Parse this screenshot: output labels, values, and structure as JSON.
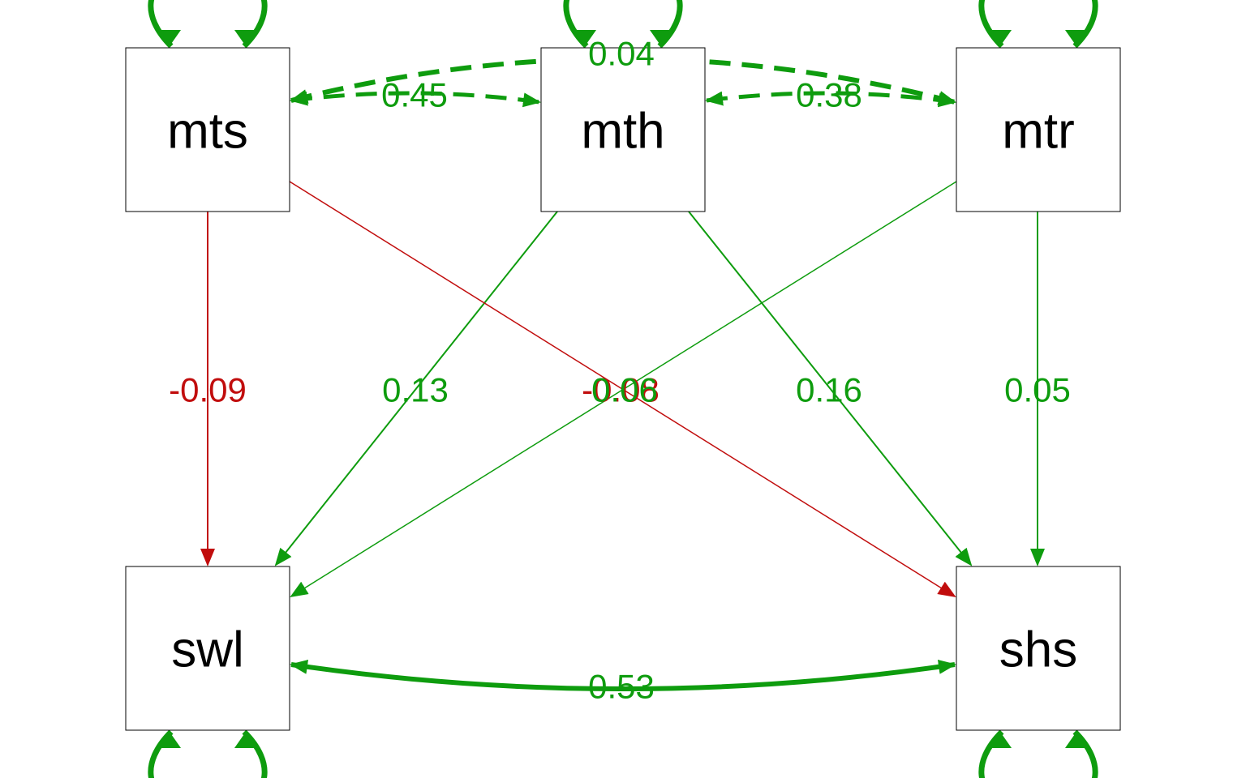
{
  "colors": {
    "positive": "#0e9c0e",
    "negative": "#c10d0d",
    "node_border": "#000000",
    "label_text": "#000000"
  },
  "nodes": [
    {
      "id": "mts",
      "label": "mts"
    },
    {
      "id": "mth",
      "label": "mth"
    },
    {
      "id": "mtr",
      "label": "mtr"
    },
    {
      "id": "swl",
      "label": "swl"
    },
    {
      "id": "shs",
      "label": "shs"
    }
  ],
  "regressions": [
    {
      "from": "mts",
      "to": "swl",
      "label": "-0.09",
      "sign": "negative"
    },
    {
      "from": "mth",
      "to": "swl",
      "label": "0.13",
      "sign": "positive"
    },
    {
      "from": "mts",
      "to": "shs",
      "label": "-0.08",
      "sign": "negative"
    },
    {
      "from": "mtr",
      "to": "swl",
      "label": "0.06",
      "sign": "positive"
    },
    {
      "from": "mth",
      "to": "shs",
      "label": "0.16",
      "sign": "positive"
    },
    {
      "from": "mtr",
      "to": "shs",
      "label": "0.05",
      "sign": "positive"
    }
  ],
  "covariances": [
    {
      "a": "mts",
      "b": "mth",
      "label": "0.45",
      "style": "dashed"
    },
    {
      "a": "mth",
      "b": "mtr",
      "label": "0.38",
      "style": "dashed"
    },
    {
      "a": "mts",
      "b": "mtr",
      "label": "0.04",
      "style": "dashed"
    },
    {
      "a": "swl",
      "b": "shs",
      "label": "0.53",
      "style": "solid"
    }
  ],
  "residual_loops": [
    {
      "node": "mts",
      "side": "top"
    },
    {
      "node": "mth",
      "side": "top"
    },
    {
      "node": "mtr",
      "side": "top"
    },
    {
      "node": "swl",
      "side": "bottom"
    },
    {
      "node": "shs",
      "side": "bottom"
    }
  ]
}
